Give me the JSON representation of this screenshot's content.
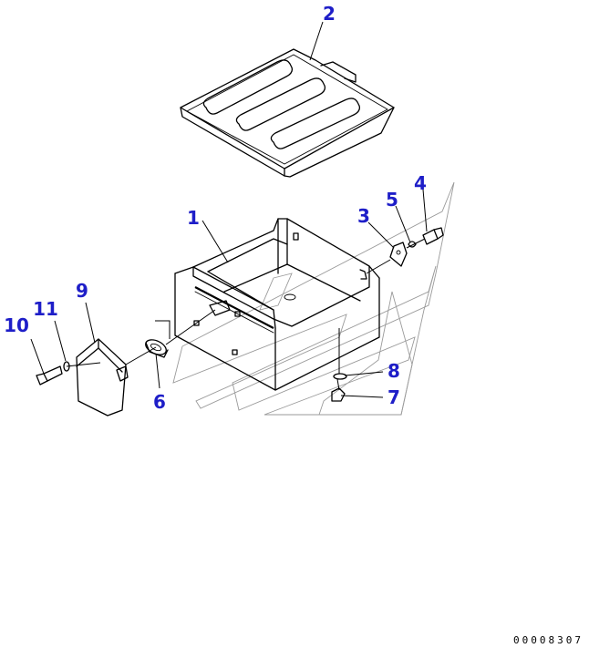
{
  "callouts": [
    {
      "id": "1",
      "label": "1"
    },
    {
      "id": "2",
      "label": "2"
    },
    {
      "id": "3",
      "label": "3"
    },
    {
      "id": "4",
      "label": "4"
    },
    {
      "id": "5",
      "label": "5"
    },
    {
      "id": "6",
      "label": "6"
    },
    {
      "id": "7",
      "label": "7"
    },
    {
      "id": "8",
      "label": "8"
    },
    {
      "id": "9",
      "label": "9"
    },
    {
      "id": "10",
      "label": "10"
    },
    {
      "id": "11",
      "label": "11"
    }
  ],
  "drawing_number": "00008307",
  "colors": {
    "callout": "#1e1ec8",
    "line": "#000000",
    "watermark": "#9a9a9a"
  }
}
